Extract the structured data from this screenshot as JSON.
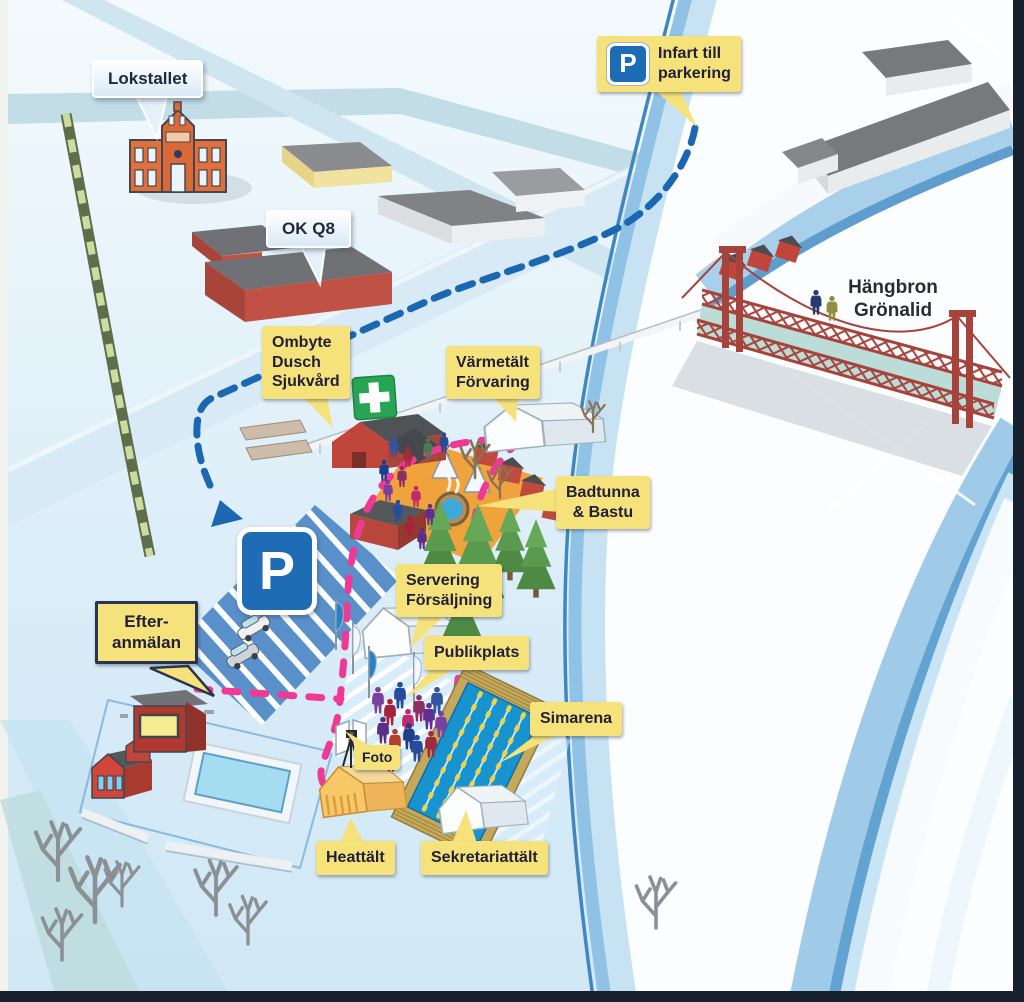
{
  "map": {
    "callouts": {
      "lokstallet": {
        "text": "Lokstallet"
      },
      "okq8": {
        "text": "OK Q8"
      },
      "infart": {
        "line1": "Infart till",
        "line2": "parkering",
        "sign": "P"
      },
      "ombyte": {
        "line1": "Ombyte",
        "line2": "Dusch",
        "line3": "Sjukvård"
      },
      "varmetalt": {
        "line1": "Värmetält",
        "line2": "Förvaring"
      },
      "badtunna": {
        "line1": "Badtunna",
        "line2": "& Bastu"
      },
      "servering": {
        "line1": "Servering",
        "line2": "Försäljning"
      },
      "publikplats": {
        "text": "Publikplats"
      },
      "efteranmalan": {
        "line1": "Efter-",
        "line2": "anmälan"
      },
      "simarena": {
        "text": "Simarena"
      },
      "foto": {
        "text": "Foto"
      },
      "heattalt": {
        "text": "Heattält"
      },
      "sekretariattalt": {
        "text": "Sekretariattält"
      },
      "hangbron": {
        "line1": "Hängbron",
        "line2": "Grönalid"
      }
    },
    "parking_sign": "P",
    "colors": {
      "callout_yellow": "#f6e27b",
      "callout_blue_bg": "#e3effa",
      "route_pink": "#ee3a94",
      "route_blue": "#1b67b2",
      "parking_blue": "#1d6cb4",
      "text_dark": "#20203a",
      "building_red": "#c0453a",
      "roof_gray": "#6f7174",
      "festival_orange": "#f0a23c",
      "pool_blue": "#1794d0",
      "deck_tan": "#c6a85a",
      "first_aid_green": "#27a554",
      "bridge_red": "#a6443c"
    }
  }
}
